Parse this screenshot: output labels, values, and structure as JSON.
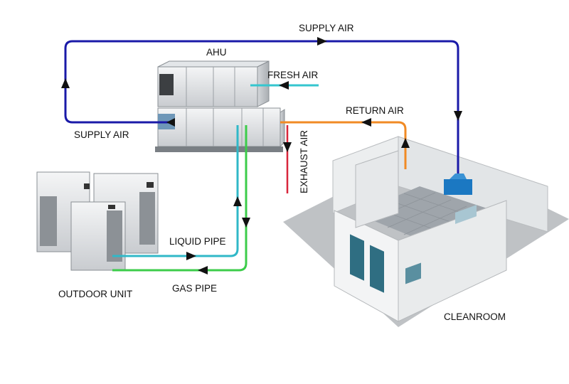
{
  "labels": {
    "ahu": "AHU",
    "supply_air_top": "SUPPLY AIR",
    "supply_air_left": "SUPPLY AIR",
    "fresh_air": "FRESH AIR",
    "return_air": "RETURN AIR",
    "exhaust_air": "EXHAUST AIR",
    "liquid_pipe": "LIQUID PIPE",
    "gas_pipe": "GAS PIPE",
    "outdoor_unit": "OUTDOOR UNIT",
    "cleanroom": "CLEANROOM"
  },
  "colors": {
    "supply_air": "#1a1aa8",
    "fresh_air": "#35c6cf",
    "return_air": "#f08a24",
    "exhaust_air": "#d8253a",
    "liquid_pipe": "#30b8c8",
    "gas_pipe": "#3ccc4a",
    "diffuser": "#1b78c2"
  }
}
